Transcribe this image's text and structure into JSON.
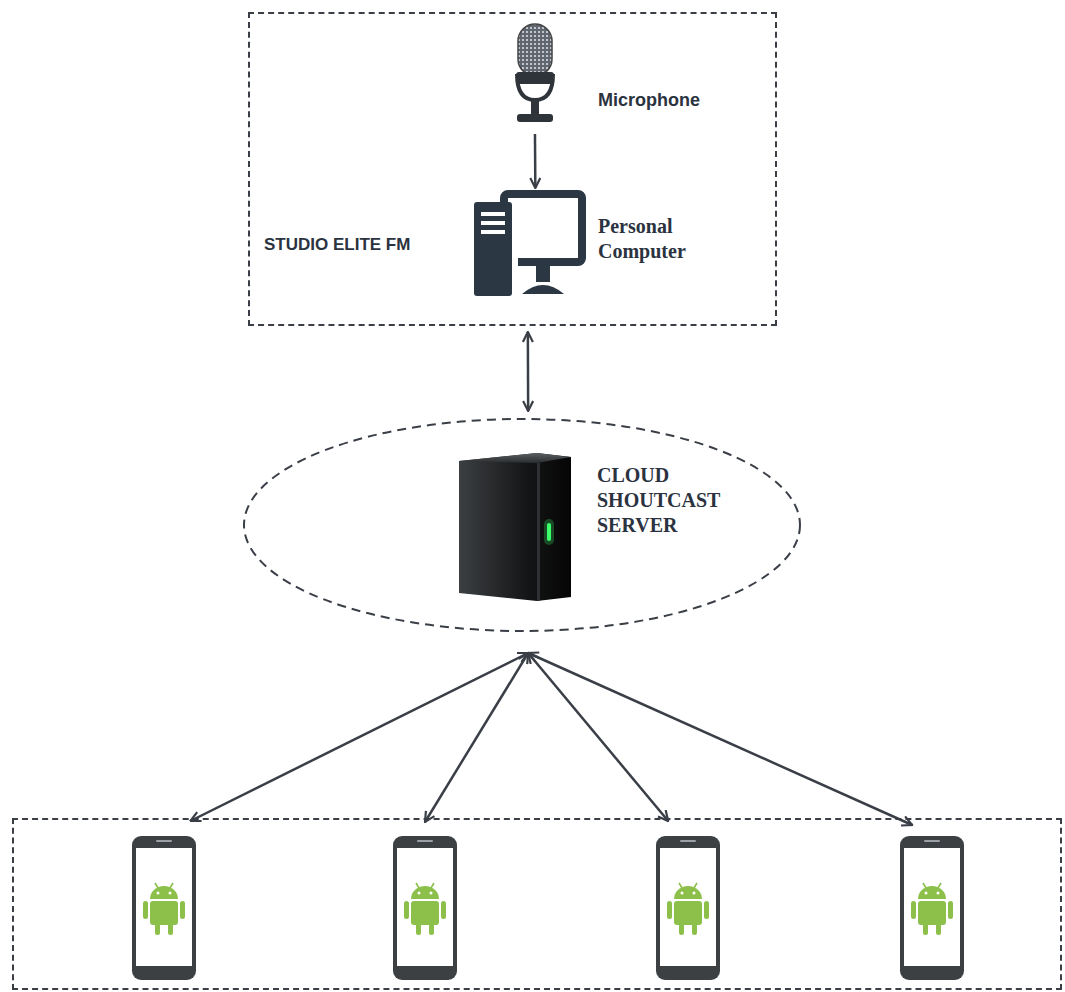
{
  "diagram": {
    "nodes": [
      {
        "text": [
          "STUDIO ELITE FM"
        ]
      },
      {
        "text": [
          "Microphone"
        ],
        "in": 0
      },
      {
        "text": [
          "Personal Computer"
        ],
        "in": 0
      },
      {
        "text": [
          "CLOUD SHOUTCAST SERVER"
        ]
      },
      {
        "text": []
      },
      {
        "text": [],
        "in": 4
      },
      {
        "text": [],
        "in": 4
      },
      {
        "text": [],
        "in": 4
      },
      {
        "text": [],
        "in": 4
      }
    ],
    "edges": [
      {
        "from": 1,
        "to": 2,
        "arrow": "to"
      },
      {
        "from": 0,
        "to": 3,
        "arrow": "both"
      },
      {
        "from": 3,
        "to": 5,
        "arrow": "both"
      },
      {
        "from": 3,
        "to": 6,
        "arrow": "both"
      },
      {
        "from": 3,
        "to": 7,
        "arrow": "both"
      },
      {
        "from": 3,
        "to": 8,
        "arrow": "both"
      }
    ]
  }
}
